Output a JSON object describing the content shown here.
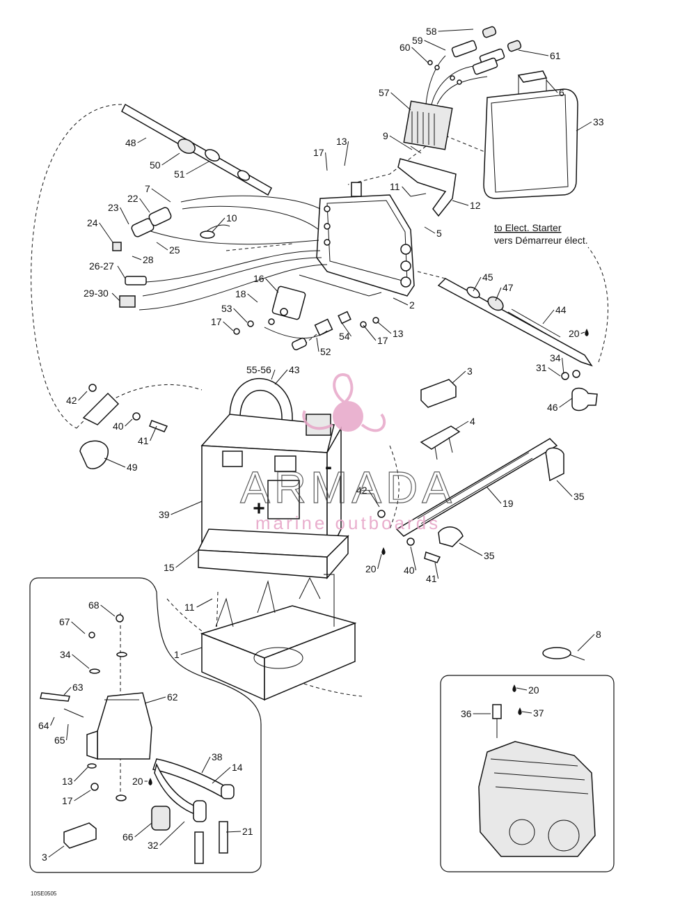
{
  "diagram": {
    "drawing_code": "10SE0505",
    "note_en": "to Elect. Starter",
    "note_fr": "vers Démarreur élect.",
    "battery_plus": "+",
    "battery_minus": "-",
    "watermark": {
      "brand": "ARMADA",
      "tagline": "marine outboards",
      "color": "#e7a6c8"
    },
    "callouts": [
      {
        "id": "c58",
        "text": "58"
      },
      {
        "id": "c59",
        "text": "59"
      },
      {
        "id": "c60",
        "text": "60"
      },
      {
        "id": "c61",
        "text": "61"
      },
      {
        "id": "c57",
        "text": "57"
      },
      {
        "id": "c6",
        "text": "6"
      },
      {
        "id": "c33",
        "text": "33"
      },
      {
        "id": "c9",
        "text": "9"
      },
      {
        "id": "c48",
        "text": "48"
      },
      {
        "id": "c50",
        "text": "50"
      },
      {
        "id": "c51",
        "text": "51"
      },
      {
        "id": "c17a",
        "text": "17"
      },
      {
        "id": "c13a",
        "text": "13"
      },
      {
        "id": "c7",
        "text": "7"
      },
      {
        "id": "c22",
        "text": "22"
      },
      {
        "id": "c23",
        "text": "23"
      },
      {
        "id": "c11a",
        "text": "11"
      },
      {
        "id": "c12",
        "text": "12"
      },
      {
        "id": "c10",
        "text": "10"
      },
      {
        "id": "c24",
        "text": "24"
      },
      {
        "id": "c28",
        "text": "28"
      },
      {
        "id": "c25",
        "text": "25"
      },
      {
        "id": "c5",
        "text": "5"
      },
      {
        "id": "c2627",
        "text": "26-27"
      },
      {
        "id": "c16",
        "text": "16"
      },
      {
        "id": "c45",
        "text": "45"
      },
      {
        "id": "c47",
        "text": "47"
      },
      {
        "id": "c18",
        "text": "18"
      },
      {
        "id": "c2930",
        "text": "29-30"
      },
      {
        "id": "c2",
        "text": "2"
      },
      {
        "id": "c53",
        "text": "53"
      },
      {
        "id": "c44",
        "text": "44"
      },
      {
        "id": "c17b",
        "text": "17"
      },
      {
        "id": "c54",
        "text": "54"
      },
      {
        "id": "c13b",
        "text": "13"
      },
      {
        "id": "c17c",
        "text": "17"
      },
      {
        "id": "c20a",
        "text": "20"
      },
      {
        "id": "c52",
        "text": "52"
      },
      {
        "id": "c34a",
        "text": "34"
      },
      {
        "id": "c31",
        "text": "31"
      },
      {
        "id": "c5556",
        "text": "55-56"
      },
      {
        "id": "c43",
        "text": "43"
      },
      {
        "id": "c3a",
        "text": "3"
      },
      {
        "id": "c42a",
        "text": "42"
      },
      {
        "id": "c46",
        "text": "46"
      },
      {
        "id": "c40a",
        "text": "40"
      },
      {
        "id": "c41a",
        "text": "41"
      },
      {
        "id": "c4",
        "text": "4"
      },
      {
        "id": "c49",
        "text": "49"
      },
      {
        "id": "c35a",
        "text": "35"
      },
      {
        "id": "c42b",
        "text": "42"
      },
      {
        "id": "c39",
        "text": "39"
      },
      {
        "id": "c19",
        "text": "19"
      },
      {
        "id": "c35b",
        "text": "35"
      },
      {
        "id": "c15",
        "text": "15"
      },
      {
        "id": "c20b",
        "text": "20"
      },
      {
        "id": "c40b",
        "text": "40"
      },
      {
        "id": "c41b",
        "text": "41"
      },
      {
        "id": "c68",
        "text": "68"
      },
      {
        "id": "c11b",
        "text": "11"
      },
      {
        "id": "c67",
        "text": "67"
      },
      {
        "id": "c8",
        "text": "8"
      },
      {
        "id": "c34b",
        "text": "34"
      },
      {
        "id": "c1",
        "text": "1"
      },
      {
        "id": "c63",
        "text": "63"
      },
      {
        "id": "c62",
        "text": "62"
      },
      {
        "id": "c20c",
        "text": "20"
      },
      {
        "id": "c64",
        "text": "64"
      },
      {
        "id": "c36",
        "text": "36"
      },
      {
        "id": "c37",
        "text": "37"
      },
      {
        "id": "c65",
        "text": "65"
      },
      {
        "id": "c38",
        "text": "38"
      },
      {
        "id": "c14",
        "text": "14"
      },
      {
        "id": "c13c",
        "text": "13"
      },
      {
        "id": "c20d",
        "text": "20"
      },
      {
        "id": "c17d",
        "text": "17"
      },
      {
        "id": "c21",
        "text": "21"
      },
      {
        "id": "c66",
        "text": "66"
      },
      {
        "id": "c32",
        "text": "32"
      },
      {
        "id": "c3b",
        "text": "3"
      }
    ]
  }
}
